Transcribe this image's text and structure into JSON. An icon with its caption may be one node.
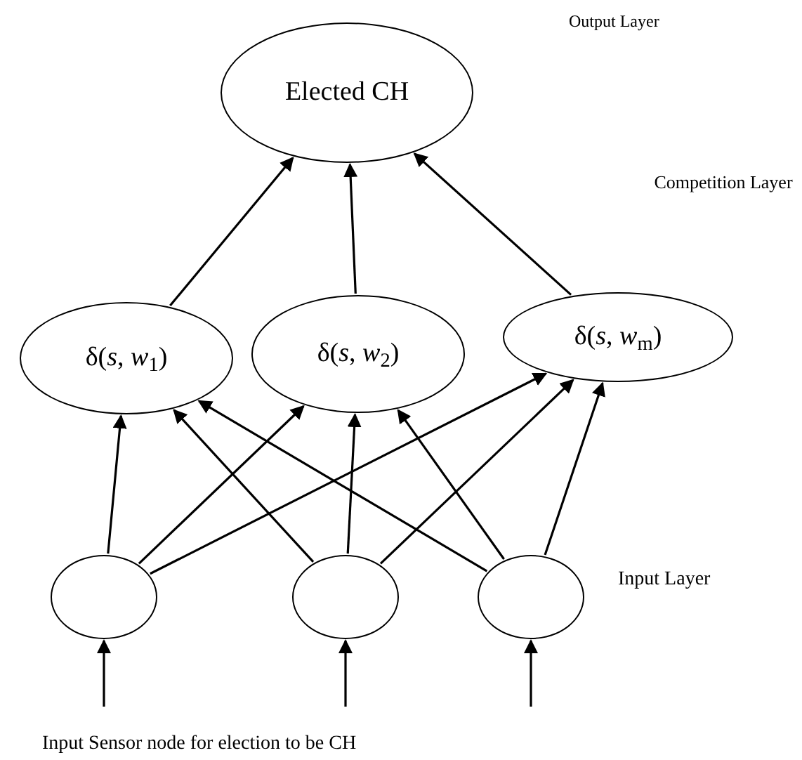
{
  "diagram": {
    "nodes": [
      {
        "text": [
          "Elected CH"
        ]
      },
      {
        "text": [
          "δ(*s*, *w*$_{1}$)"
        ]
      },
      {
        "text": [
          "δ(*s*, *w*$_{2}$)"
        ]
      },
      {
        "text": [
          "δ(*s*, *w*$_{m}$)"
        ]
      },
      {
        "text": [],
        "shape": "circle"
      },
      {
        "text": [],
        "shape": "circle"
      },
      {
        "text": [],
        "shape": "circle"
      }
    ],
    "edges": [
      {
        "from": 1,
        "to": 0,
        "arrow": "to"
      },
      {
        "from": 2,
        "to": 0,
        "arrow": "to"
      },
      {
        "from": 3,
        "to": 0,
        "arrow": "to"
      },
      {
        "from": 4,
        "to": 1,
        "arrow": "to"
      },
      {
        "from": 4,
        "to": 2,
        "arrow": "to"
      },
      {
        "from": 4,
        "to": 3,
        "arrow": "to"
      },
      {
        "from": 5,
        "to": 1,
        "arrow": "to"
      },
      {
        "from": 5,
        "to": 2,
        "arrow": "to"
      },
      {
        "from": 5,
        "to": 3,
        "arrow": "to"
      },
      {
        "from": 6,
        "to": 1,
        "arrow": "to"
      },
      {
        "from": 6,
        "to": 2,
        "arrow": "to"
      },
      {
        "from": 6,
        "to": 3,
        "arrow": "to"
      },
      {
        "from": null,
        "to": 4,
        "arrow": "to"
      },
      {
        "from": null,
        "to": 5,
        "arrow": "to"
      },
      {
        "from": null,
        "to": 6,
        "arrow": "to"
      }
    ],
    "labels": [
      "Output Layer",
      "Competition Layer",
      "Input Layer",
      "Input Sensor node for election to be CH"
    ]
  }
}
